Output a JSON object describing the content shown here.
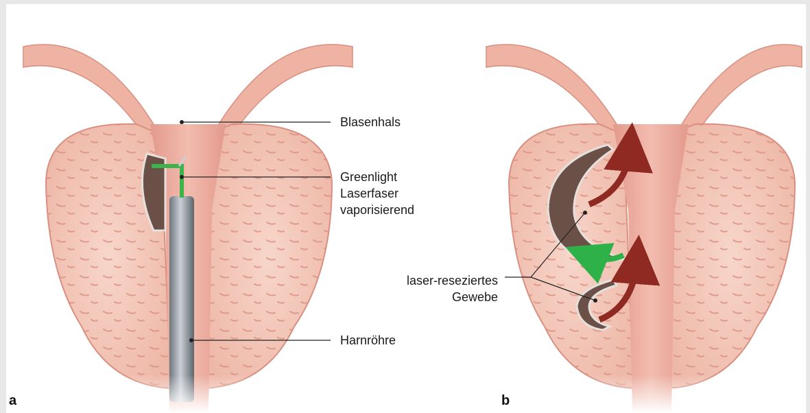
{
  "panels": {
    "a": {
      "letter": "a",
      "labels": {
        "bladder_neck": "Blasenhals",
        "fiber_line1": "Greenlight",
        "fiber_line2": "Laserfaser",
        "fiber_line3": "vaporisierend",
        "urethra": "Harnröhre"
      }
    },
    "b": {
      "letter": "b",
      "labels": {
        "tissue_line1": "laser-reseziertes",
        "tissue_line2": "Gewebe"
      }
    }
  },
  "colors": {
    "background": "#ffffff",
    "frame": "#e8e8e8",
    "tissue": "#f2c3b3",
    "tissue_edge": "#d98f80",
    "lumen": "#e9a79b",
    "fiber": "#3cb44b",
    "scope": "#8c949c",
    "resected": "#6b5048",
    "arrow_red": "#8e2a22",
    "arrow_green": "#2fb14a"
  },
  "icons": {
    "red_arrow": "curved-red-arrow",
    "green_arrow": "curved-green-arrow"
  }
}
